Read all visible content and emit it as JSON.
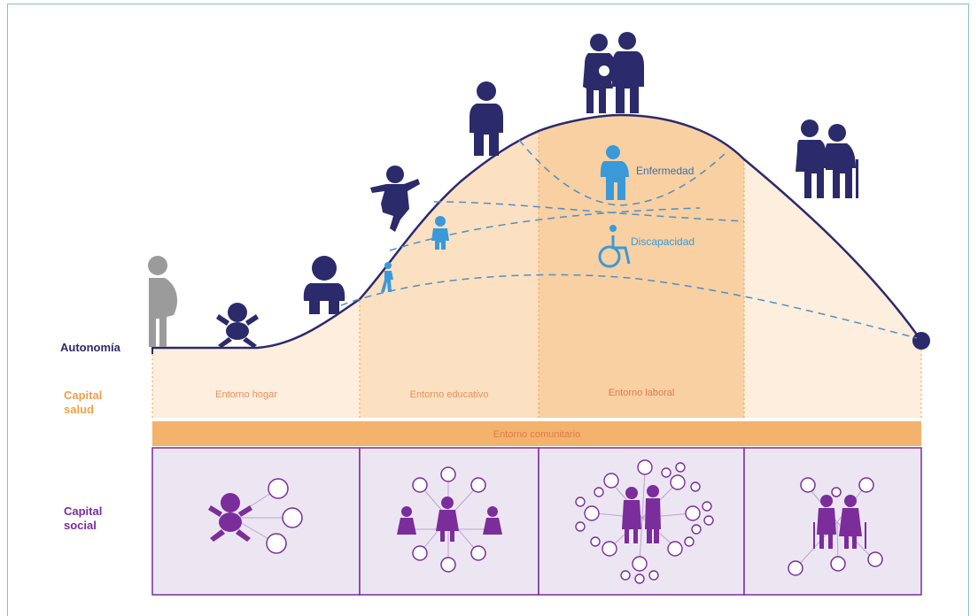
{
  "labels": {
    "autonomia": "Autonomía",
    "capital_salud_line1": "Capital",
    "capital_salud_line2": "salud",
    "capital_social_line1": "Capital",
    "capital_social_line2": "social"
  },
  "entornos": {
    "hogar": "Entorno hogar",
    "educativo": "Entorno educativo",
    "laboral": "Entorno laboral",
    "comunitario": "Entorno comunitario"
  },
  "events": {
    "enfermedad": "Enfermedad",
    "discapacidad": "Discapacidad"
  },
  "colors": {
    "navy": "#2b2a6b",
    "orange_light": "#fde8d2",
    "orange_mid": "#f9d2a6",
    "orange_band": "#f4b36c",
    "orange_text": "#f0a04b",
    "purple": "#7b2d9b",
    "purple_bg": "#ece6f3",
    "blue": "#3a9ad9",
    "grey": "#9b9b9b",
    "frame": "#7fc4b8"
  },
  "icons": [
    "pregnant-woman-icon",
    "baby-icon",
    "child-icon",
    "jumping-child-icon",
    "adult-icon",
    "couple-with-baby-icon",
    "elderly-couple-icon",
    "sick-person-icon",
    "wheelchair-icon",
    "injured-child-icon",
    "cane-person-icon"
  ]
}
